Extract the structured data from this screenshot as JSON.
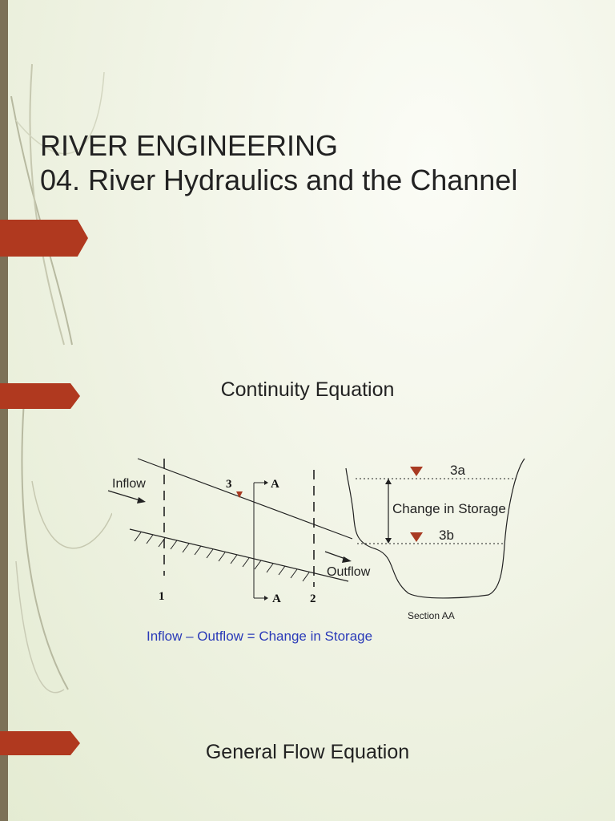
{
  "slide": {
    "title_line1": "RIVER ENGINEERING",
    "title_line2": "04. River Hydraulics and the Channel",
    "heading1": "Continuity Equation",
    "heading2": "General Flow Equation",
    "caption": "Inflow – Outflow = Change in Storage"
  },
  "diagram": {
    "inflow": "Inflow",
    "outflow": "Outflow",
    "section1": "1",
    "section2": "2",
    "section3": "3",
    "a_top": "A",
    "a_bottom": "A",
    "level_3a": "3a",
    "level_3b": "3b",
    "change_storage": "Change in Storage",
    "section_aa": "Section AA"
  },
  "colors": {
    "accent_tab": "#b0391f",
    "left_bar": "#7c7157",
    "caption_blue": "#2a3ab8",
    "water_marker": "#a83a22"
  }
}
